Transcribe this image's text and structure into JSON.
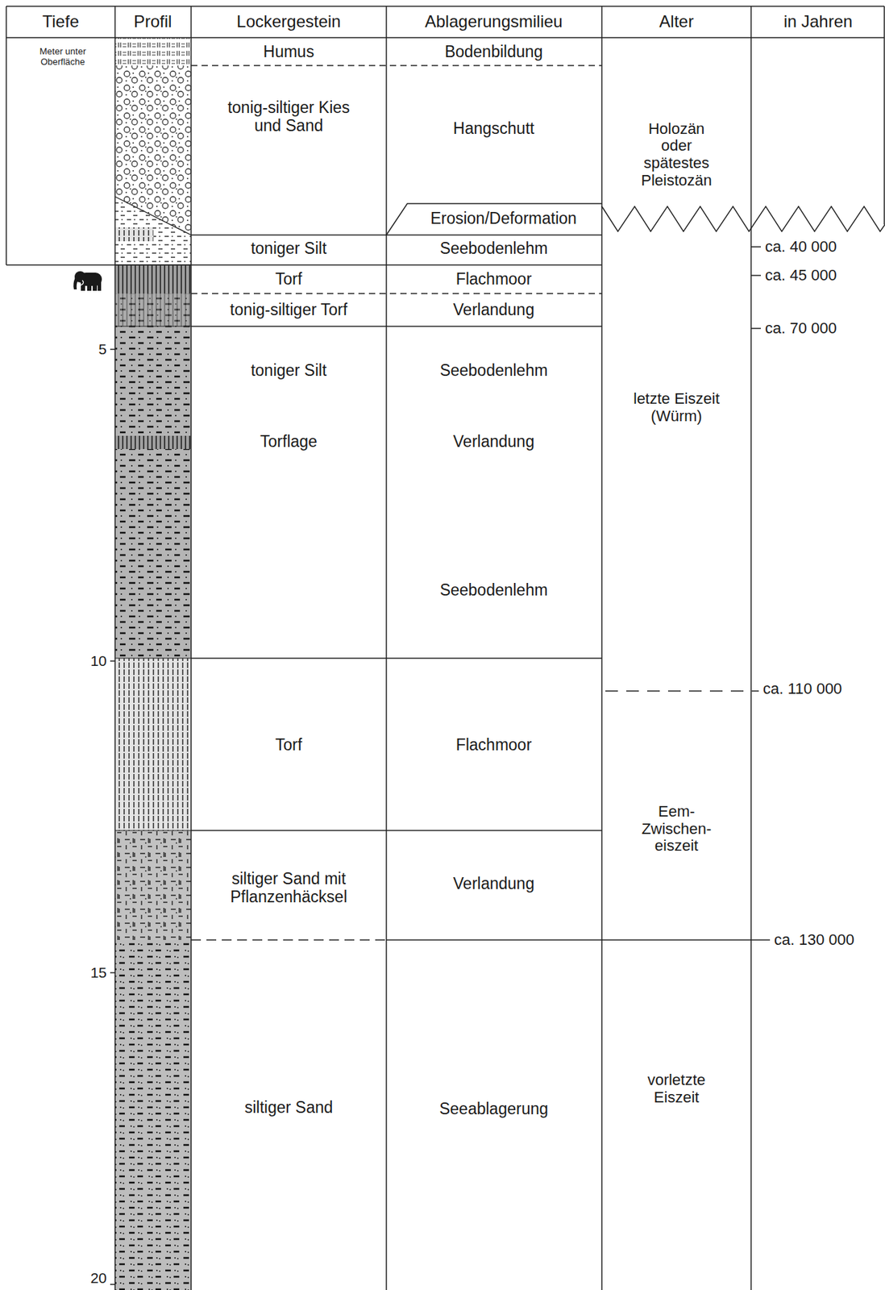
{
  "diagram": {
    "labels": [
      "Tiefe",
      "Profil",
      "Lockergestein",
      "Ablagerungsmilieu",
      "Alter",
      "in Jahren",
      "Meter unter Oberfläche",
      "Humus",
      "Bodenbildung",
      "tonig-siltiger Kies und Sand",
      "Hangschutt",
      "Holozän oder spätestes Pleistozän",
      "Erosion/Deformation",
      "toniger Silt",
      "Seebodenlehm",
      "ca. 40 000",
      "Torf",
      "Flachmoor",
      "ca. 45 000",
      "tonig-siltiger Torf",
      "Verlandung",
      "ca. 70 000",
      "5",
      "toniger Silt",
      "Seebodenlehm",
      "letzte Eiszeit (Würm)",
      "Torflage",
      "Verlandung",
      "Seebodenlehm",
      "10",
      "ca. 110 000",
      "Torf",
      "Flachmoor",
      "Eem- Zwischen- eiszeit",
      "siltiger Sand mit Pflanzenhäcksel",
      "Verlandung",
      "ca. 130 000",
      "15",
      "siltiger Sand",
      "Seeablagerung",
      "vorletzte Eiszeit",
      "20"
    ]
  }
}
